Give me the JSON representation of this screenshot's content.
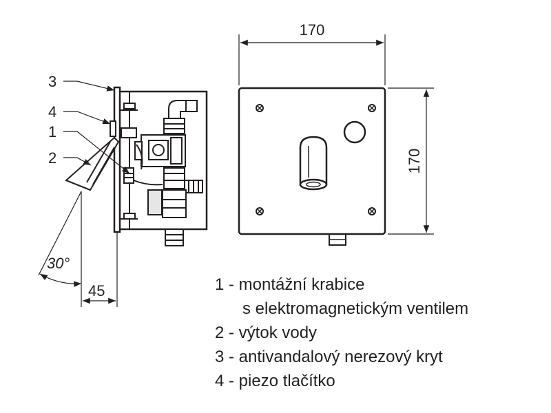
{
  "side_view": {
    "callouts": [
      {
        "number": "3"
      },
      {
        "number": "4"
      },
      {
        "number": "1"
      },
      {
        "number": "2"
      }
    ],
    "angle_label": "30°",
    "depth_label": "45"
  },
  "front_view": {
    "width_label": "170",
    "height_label": "170"
  },
  "legend": {
    "items": [
      {
        "text": "1 - montážní krabice"
      },
      {
        "text": "s elektromagnetickým ventilem"
      },
      {
        "text": "2 - výtok vody"
      },
      {
        "text": "3 - antivandalový nerezový kryt"
      },
      {
        "text": "4 - piezo tlačítko"
      }
    ]
  },
  "colors": {
    "line": "#231f20",
    "fill_gray": "#e6e6e6",
    "background": "#ffffff"
  }
}
